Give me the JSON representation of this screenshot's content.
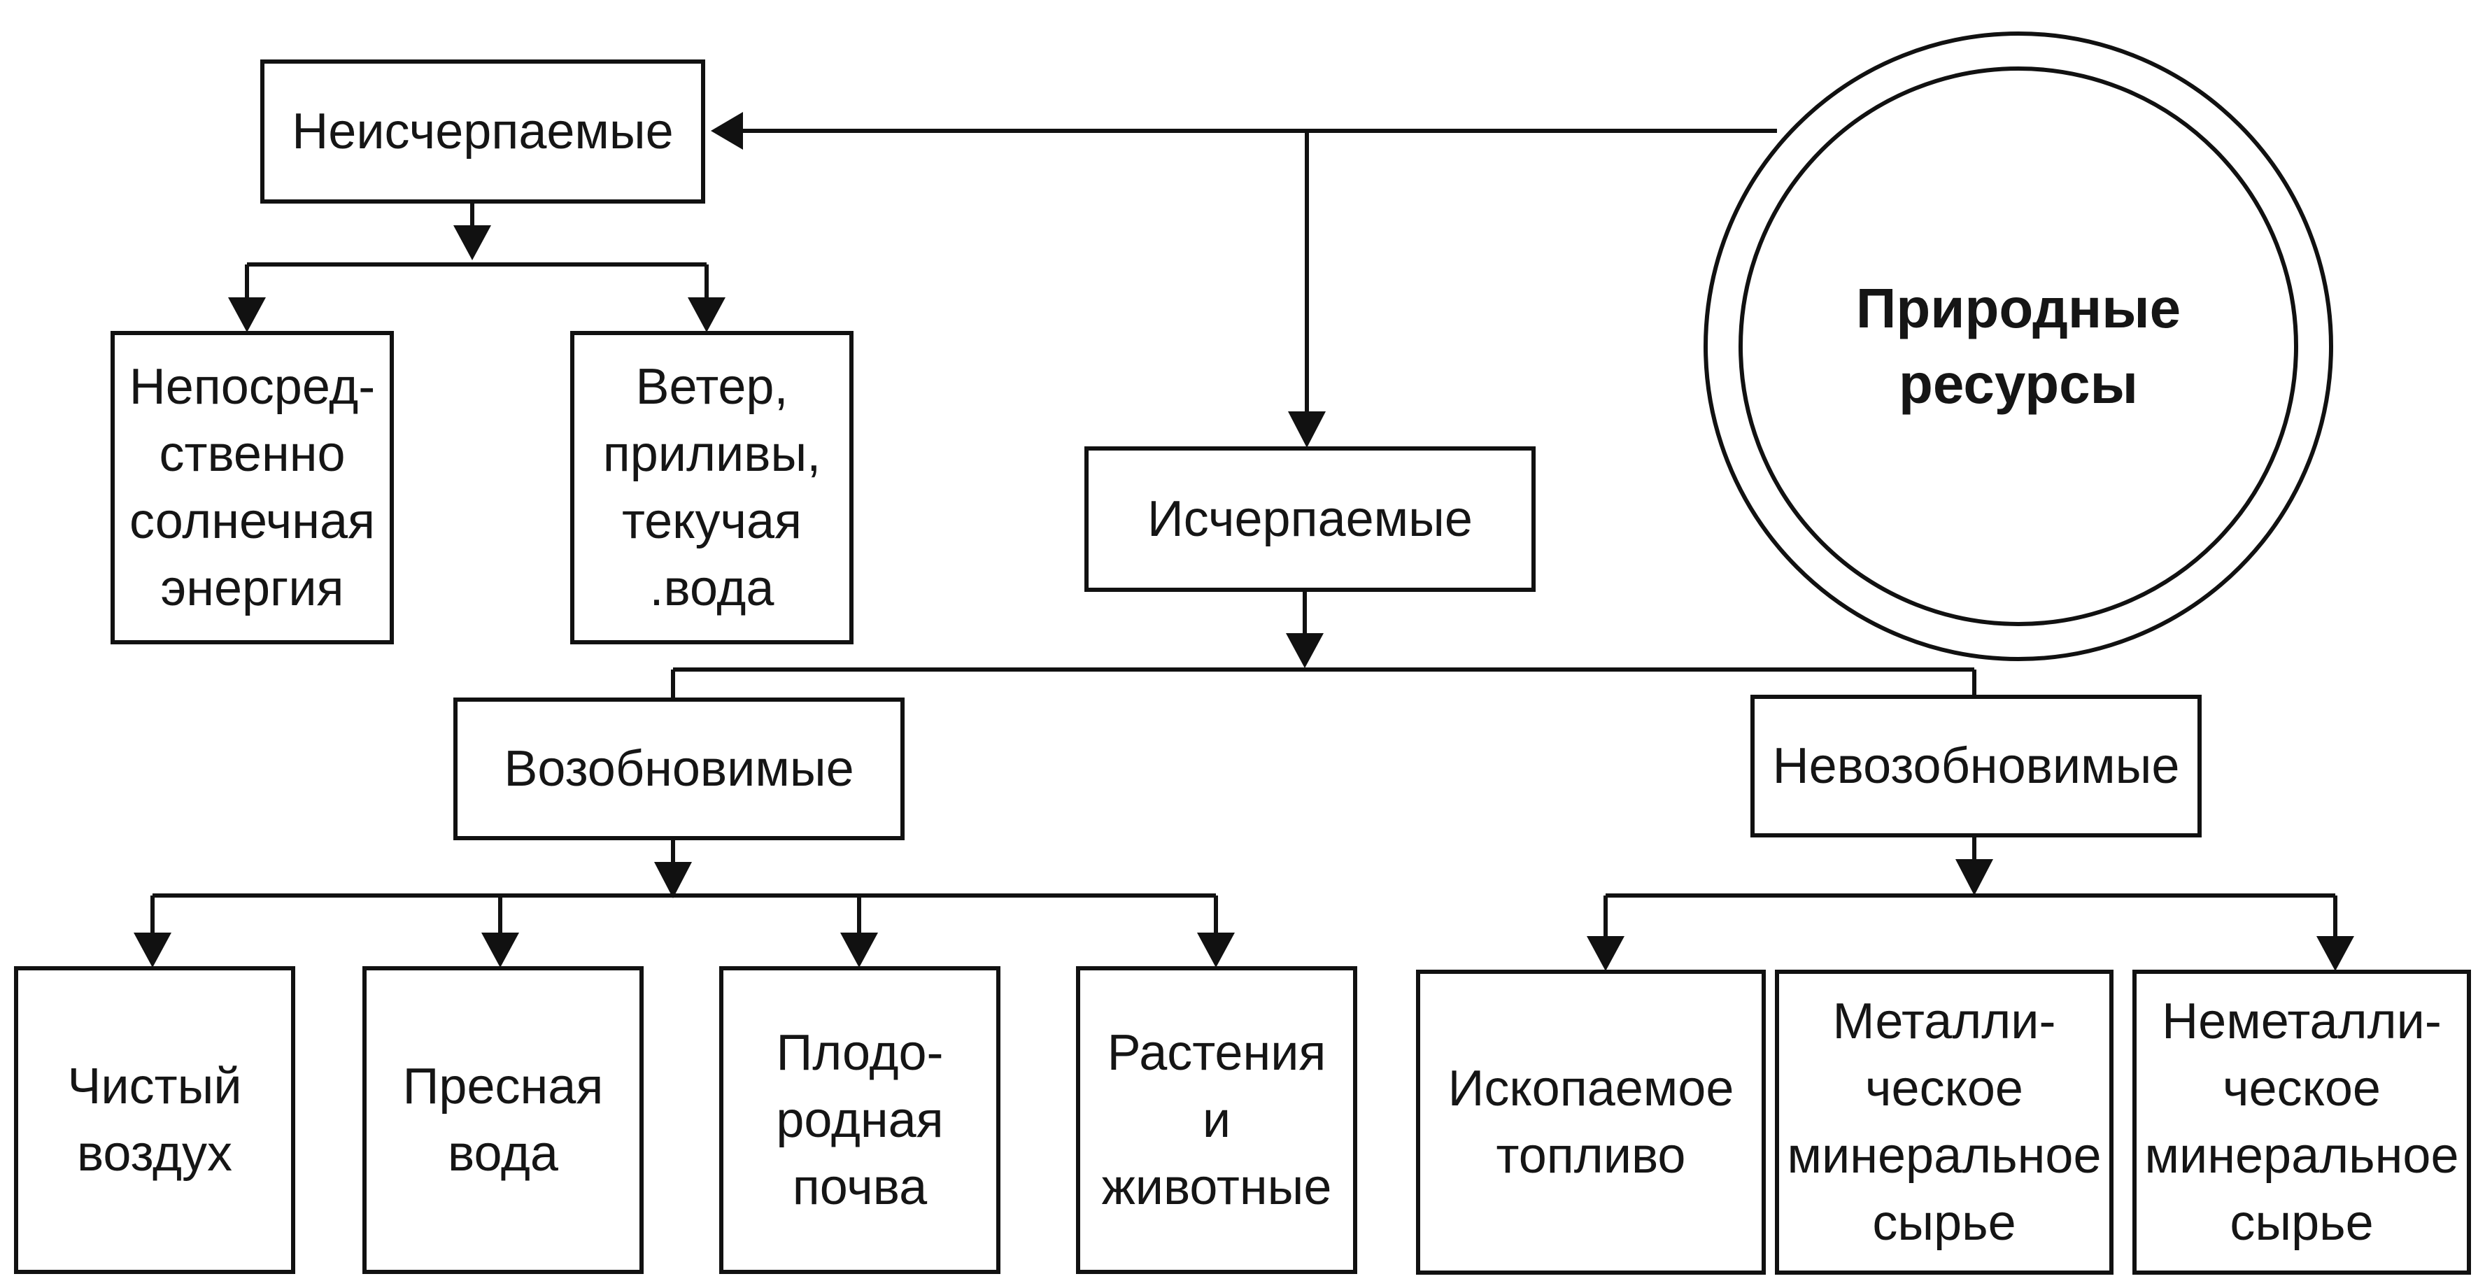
{
  "diagram": {
    "root": "Природные\nресурсы",
    "inexhaustible": {
      "label": "Неисчерпаемые",
      "children": [
        "Непосред-\nственно\nсолнечная\nэнергия",
        "Ветер,\nприливы,\nтекучая\n.вода"
      ]
    },
    "exhaustible": {
      "label": "Исчерпаемые",
      "renewable": {
        "label": "Возобновимые",
        "children": [
          "Чистый\nвоздух",
          "Пресная\nвода",
          "Плодо-\nродная\nпочва",
          "Растения\nи\nживотные"
        ]
      },
      "nonrenewable": {
        "label": "Невозобновимые",
        "children": [
          "Ископаемое\nтопливо",
          "Металли-\nческое\nминеральное\nсырье",
          "Неметалли-\nческое\nминеральное\nсырье"
        ]
      }
    }
  },
  "colors": {
    "line": "#111111",
    "background": "#ffffff",
    "text": "#151515"
  }
}
